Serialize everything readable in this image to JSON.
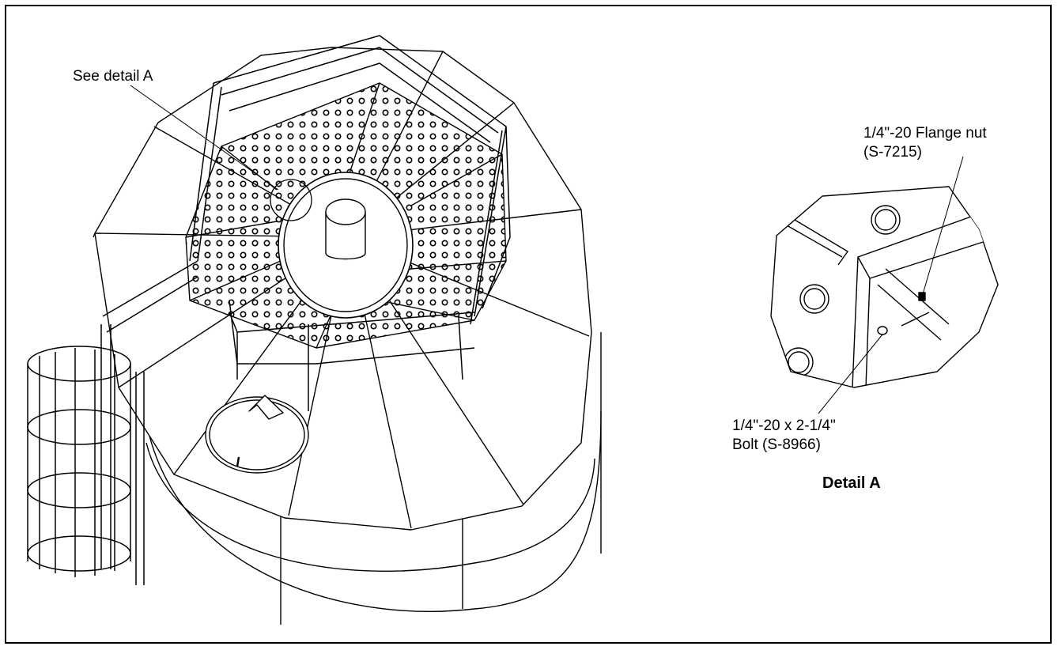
{
  "callouts": {
    "see_detail": "See detail A",
    "flange_nut_line1": "1/4\"-20 Flange nut",
    "flange_nut_line2": "(S-7215)",
    "bolt_line1": "1/4\"-20 x 2-1/4\"",
    "bolt_line2": "Bolt (S-8966)",
    "detail_title": "Detail A"
  }
}
